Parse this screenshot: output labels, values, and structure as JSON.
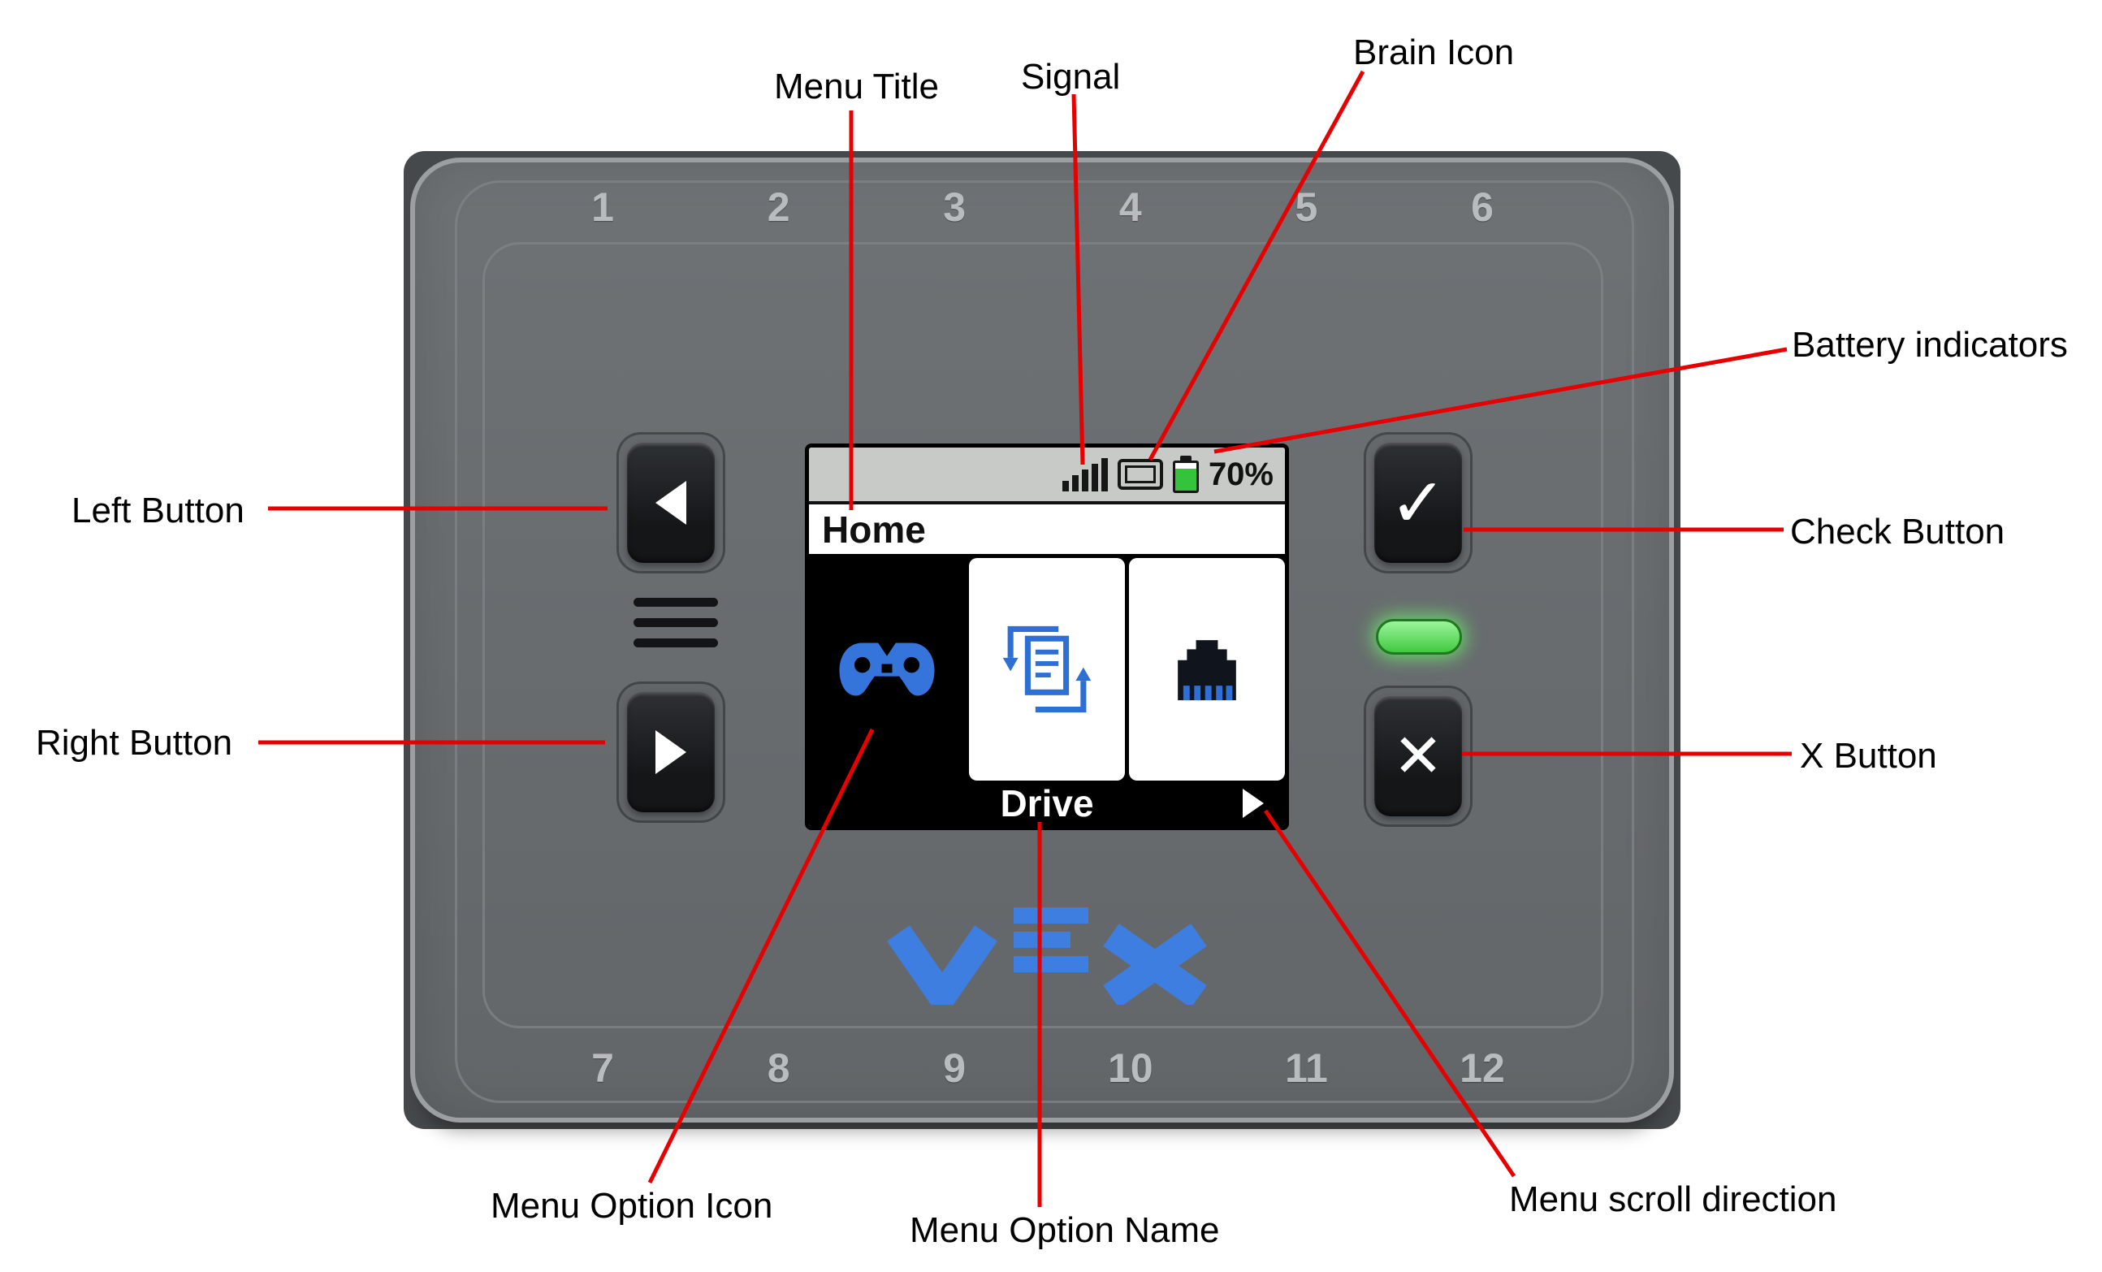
{
  "figure": {
    "annotations": {
      "menu_title": "Menu Title",
      "signal": "Signal",
      "brain_icon": "Brain Icon",
      "battery_indicators": "Battery indicators",
      "left_button": "Left Button",
      "right_button": "Right Button",
      "check_button": "Check Button",
      "x_button": "X Button",
      "menu_option_icon": "Menu Option Icon",
      "menu_option_name": "Menu Option Name",
      "menu_scroll_direction": "Menu scroll direction"
    }
  },
  "device": {
    "top_ports": [
      "1",
      "2",
      "3",
      "4",
      "5",
      "6"
    ],
    "bottom_ports": [
      "7",
      "8",
      "9",
      "10",
      "11",
      "12"
    ],
    "buttons": {
      "check_glyph": "✓",
      "x_glyph": "✕"
    },
    "logo_text": "VEX"
  },
  "screen": {
    "status_bar": {
      "battery_percent": "70%"
    },
    "title": "Home",
    "selected_option_name": "Drive"
  },
  "colors": {
    "annotation_red": "#e60000",
    "vex_blue": "#3E7EE0",
    "led_green": "#41c941",
    "body_gray": "#686c6f"
  }
}
